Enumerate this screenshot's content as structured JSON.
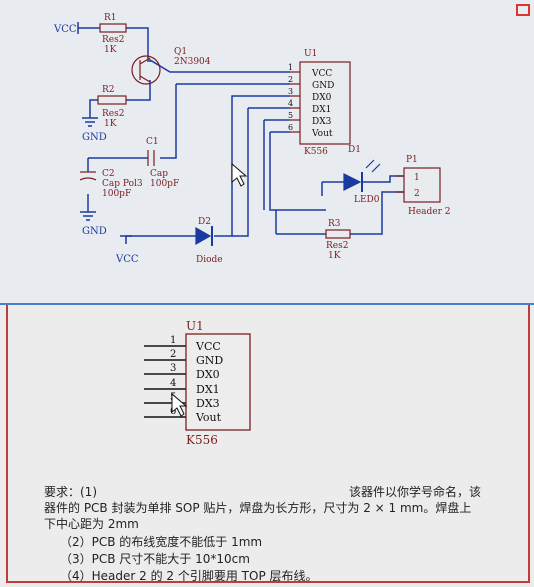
{
  "schematic": {
    "vcc_top": "VCC",
    "vcc_bottom": "VCC",
    "gnd_left": "GND",
    "gnd_c2": "GND",
    "r1_ref": "R1",
    "r1_value": "Res2",
    "r1_val2": "1K",
    "r2_ref": "R2",
    "r2_value": "Res2",
    "r2_val2": "1K",
    "r3_ref": "R3",
    "r3_value": "Res2",
    "r3_val2": "1K",
    "q1_ref": "Q1",
    "q1_part": "2N3904",
    "c1_ref": "C1",
    "c1_type": "Cap",
    "c1_value": "100pF",
    "c2_ref": "C2",
    "c2_type": "Cap Pol3",
    "c2_value": "100pF",
    "d1_ref": "D1",
    "d1_part": "LED0",
    "d2_ref": "D2",
    "d2_part": "Diode",
    "p1_ref": "P1",
    "p1_part": "Header 2",
    "p1_pin1": "1",
    "p1_pin2": "2",
    "u1_ref": "U1",
    "u1_part": "K556",
    "u1_pins": [
      "VCC",
      "GND",
      "DX0",
      "DX1",
      "DX3",
      "Vout"
    ],
    "u1_pin_numbers": [
      "1",
      "2",
      "3",
      "4",
      "5",
      "6"
    ]
  },
  "component": {
    "ref": "U1",
    "part": "K556",
    "pins": [
      "VCC",
      "GND",
      "DX0",
      "DX1",
      "DX3",
      "Vout"
    ],
    "pin_numbers": [
      "1",
      "2",
      "3",
      "4",
      "5",
      "6"
    ]
  },
  "requirements": {
    "heading": "要求：(1)",
    "heading_right": "该器件以你学号命名，该",
    "line2": "器件的 PCB 封装为单排 SOP 贴片，焊盘为长方形，尺寸为 2 × 1 mm。焊盘上",
    "line3": "下中心距为 2mm",
    "item2": "（2）PCB 的布线宽度不能低于 1mm",
    "item3": "（3）PCB 尺寸不能大于 10*10cm",
    "item4": "（4）Header 2 的 2 个引脚要用 TOP 层布线。"
  },
  "colors": {
    "wire": "#1a3aa0",
    "component": "#7a1f1f",
    "label": "#1a3aa0",
    "text": "#222222"
  }
}
